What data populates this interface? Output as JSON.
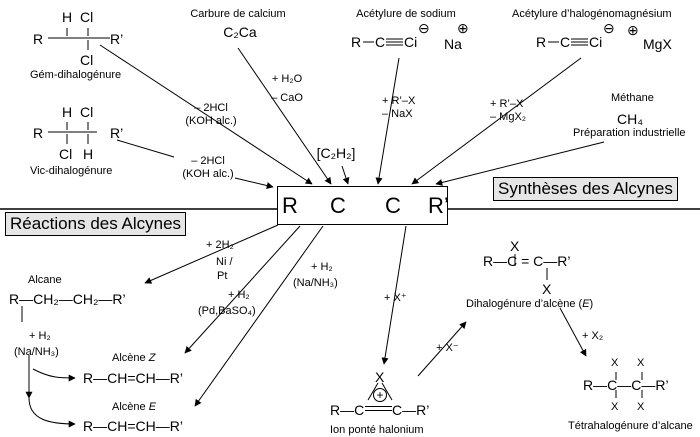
{
  "colors": {
    "line": "#000000",
    "box_fill": "#e6e6e6",
    "background": "#ffffff"
  },
  "headers": {
    "syntheses": "Synthèses des Alcynes",
    "reactions": "Réactions des Alcynes"
  },
  "center": {
    "left": "R",
    "c1": "C",
    "c2": "C",
    "right": "R’"
  },
  "gem": {
    "title": "Gém-dihalogénure",
    "h_top": "H",
    "cl_top": "Cl",
    "chain": "R",
    "r_prime": "R’",
    "cl_bottom": "Cl",
    "cond1": "– 2HCl",
    "cond2": "(KOH alc.)"
  },
  "vic": {
    "title": "Vic-dihalogénure",
    "h_top": "H",
    "cl_top": "Cl",
    "chain": "R",
    "r_prime": "R’",
    "cl_bottom": "Cl",
    "h_bottom": "H",
    "cond1": "– 2HCl",
    "cond2": "(KOH alc.)"
  },
  "carbure": {
    "title": "Carbure de calcium",
    "formula": "C₂Ca",
    "cond1": "+ H₂O",
    "cond2": "– CaO",
    "product": "[C₂H₂]"
  },
  "acetylure_na": {
    "title": "Acétylure de sodium",
    "r": "R",
    "c": "C",
    "ci": "Ci",
    "minus": "⊖",
    "cation": "Na",
    "plus": "⊕",
    "cond1": "+ R’–X",
    "cond2": "– NaX"
  },
  "acetylure_mg": {
    "title": "Acétylure d’halogénomagnésium",
    "r": "R",
    "c": "C",
    "ci": "Ci",
    "minus": "⊖",
    "plus": "⊕",
    "cation": "MgX",
    "cond1": "+ R’–X",
    "cond2": "– MgX₂"
  },
  "methane": {
    "title": "Méthane",
    "formula": "CH₄",
    "note": "Préparation industrielle"
  },
  "alcane": {
    "title": "Alcane",
    "formula": "R—CH₂—CH₂—R’",
    "cond1": "+ 2H₂",
    "cond2": "Ni /",
    "cond3": "Pt",
    "red1": "+ H₂",
    "red2": "(Na/NH₃)"
  },
  "alcene_z": {
    "title": "Alcène",
    "title_it": "Z",
    "formula": "R—CH=CH—R’",
    "cond1": "+ H₂",
    "cond2": "(Pd,BaSO₄)"
  },
  "alcene_e": {
    "title": "Alcène",
    "title_it": "E",
    "formula": "R—CH=CH—R’",
    "cond1": "+ H₂",
    "cond2": "(Na/NH₃)"
  },
  "halonium": {
    "cond": "+ X⁺",
    "x": "X",
    "plus": "+",
    "formula_left": "R—C",
    "formula_right": "C—R’",
    "title": "Ion ponté halonium",
    "cond_x": "+ X⁻"
  },
  "dihalo_alcene": {
    "x_top": "X",
    "formula": "R—C  =  C—R’",
    "x_bottom": "X",
    "title": "Dihalogénure d’alcène (",
    "title_it": "E",
    "title_end": ")",
    "cond": "+ X₂"
  },
  "tetrahalo": {
    "x": "X",
    "formula": "R—C—C—R’",
    "title": "Tétrahalogénure d’alcane"
  }
}
